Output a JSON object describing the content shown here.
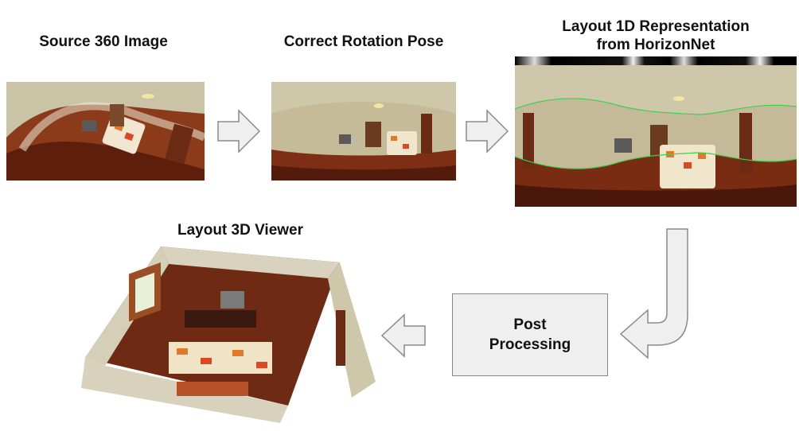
{
  "title_source": "Source 360 Image",
  "title_rotation": "Correct Rotation Pose",
  "title_layout1d_line1": "Layout 1D Representation",
  "title_layout1d_line2": "from HorizonNet",
  "title_viewer": "Layout 3D Viewer",
  "post_processing_line1": "Post",
  "post_processing_line2": "Processing",
  "colors": {
    "arrow_fill": "#efefef",
    "arrow_stroke": "#8a8a8a",
    "boundary_line": "#39d24a",
    "floor": "#7a2a10",
    "wall": "#d8d2be"
  }
}
